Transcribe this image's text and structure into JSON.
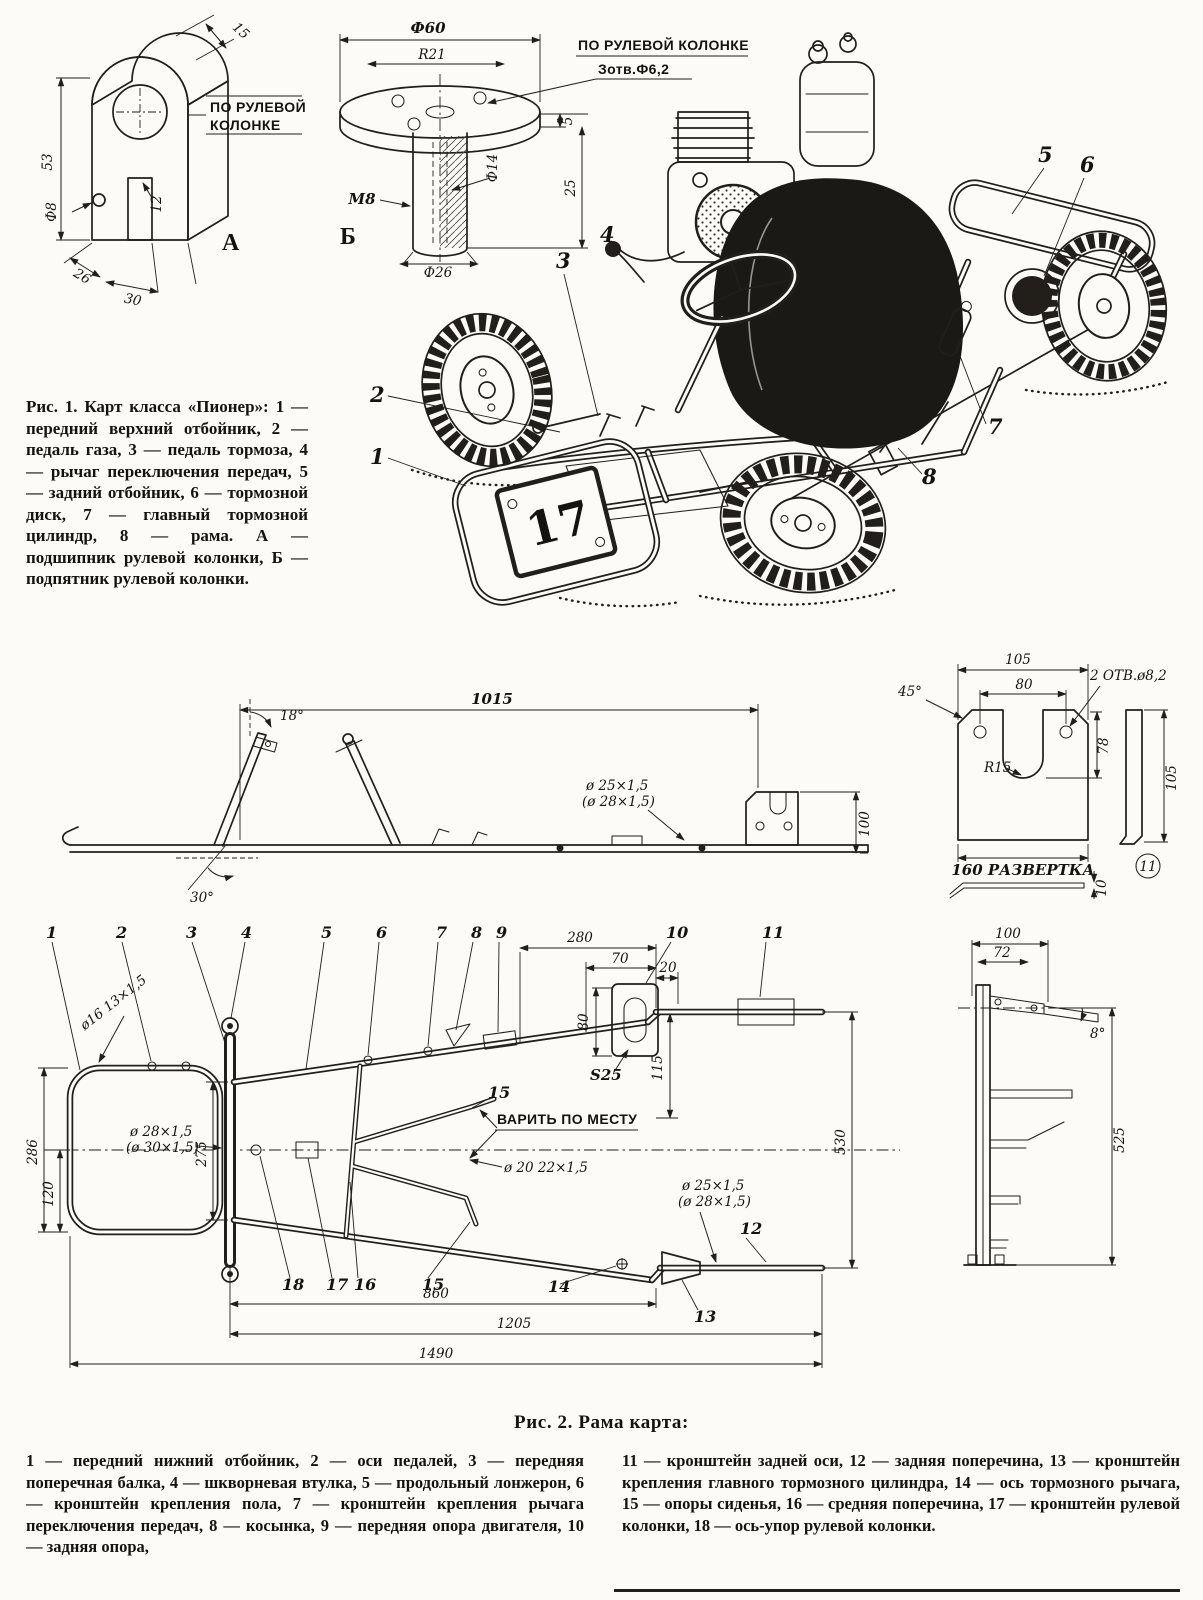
{
  "fig1": {
    "part_a": {
      "label": "А",
      "note1": "ПО РУЛЕВОЙ",
      "note2": "КОЛОНКЕ",
      "d53": "53",
      "d15": "15",
      "d8": "Ф8",
      "d12": "12",
      "d26": "26",
      "d30": "30"
    },
    "part_b": {
      "label": "Б",
      "d60": "Ф60",
      "r21": "R21",
      "d14": "Ф14",
      "d5": "5",
      "d25": "25",
      "m8": "М8",
      "d26": "Ф26",
      "note1": "ПО РУЛЕВОЙ КОЛОНКЕ",
      "note2": "Зотв.Ф6,2"
    },
    "kart": {
      "plate": "17",
      "c1": "1",
      "c2": "2",
      "c3": "3",
      "c4": "4",
      "c5": "5",
      "c6": "6",
      "c7": "7",
      "c8": "8"
    },
    "caption_title": "Рис. 1. Карт класса «Пионер»:",
    "caption_body": "1 — передний верхний отбойник, 2 — педаль газа, 3 — педаль тормоза, 4 — рычаг переключения передач, 5 — задний отбойник, 6 — тормозной диск, 7 — главный тормозной цилиндр, 8 — рама. А — подшипник рулевой колонки, Б — подпятник рулевой колонки."
  },
  "fig2": {
    "side": {
      "d1015": "1015",
      "a18": "18°",
      "a30": "30°",
      "tube1": "ø 25×1,5",
      "tube2": "(ø 28×1,5)",
      "d100": "100"
    },
    "bracket": {
      "d105": "105",
      "d80": "80",
      "holes": "2 ОТВ.ø8,2",
      "a45": "45°",
      "r15": "R15",
      "d78": "78",
      "d105s": "105",
      "d160": "160 РАЗВЕРТКА",
      "d10": "10",
      "id": "11"
    },
    "top": {
      "c1": "1",
      "c2": "2",
      "c3": "3",
      "c4": "4",
      "c5": "5",
      "c6": "6",
      "c7": "7",
      "c8": "8",
      "c9": "9",
      "c10": "10",
      "c11": "11",
      "c12": "12",
      "c13": "13",
      "c14": "14",
      "c15": "15",
      "c16": "16",
      "c17": "17",
      "c18": "18",
      "d280": "280",
      "d70": "70",
      "d20": "20",
      "d80": "80",
      "d115": "115",
      "s25": "S25",
      "d286": "286",
      "d120": "120",
      "d275": "275",
      "n16": "ø16 13×1,5",
      "n28": "ø 28×1,5",
      "n30": "(ø 30×1,5)",
      "weld": "ВАРИТЬ ПО МЕСТУ",
      "n20": "ø 20 22×1,5",
      "n25": "ø 25×1,5",
      "n25b": "(ø 28×1,5)",
      "d530": "530",
      "d860": "860",
      "d1205": "1205",
      "d1490": "1490"
    },
    "rear": {
      "d100": "100",
      "d72": "72",
      "a8": "8°",
      "d525": "525"
    },
    "caption": "Рис. 2. Рама карта:",
    "legend_left": "1 — передний нижний отбойник, 2 — оси педалей, 3 — передняя поперечная балка, 4 — шкворневая втулка, 5 — продольный лонжерон, 6 — кронштейн крепления пола, 7 — кронштейн крепления рычага переключения передач, 8 — косынка, 9 — передняя опора двигателя, 10 — задняя опора,",
    "legend_right": "11 — кронштейн задней оси, 12 — задняя поперечина, 13 — кронштейн крепления главного тормозного цилиндра, 14 — ось тормозного рычага, 15 — опоры сиденья, 16 — средняя поперечина, 17 — кронштейн рулевой колонки, 18 — ось-упор рулевой колонки."
  }
}
